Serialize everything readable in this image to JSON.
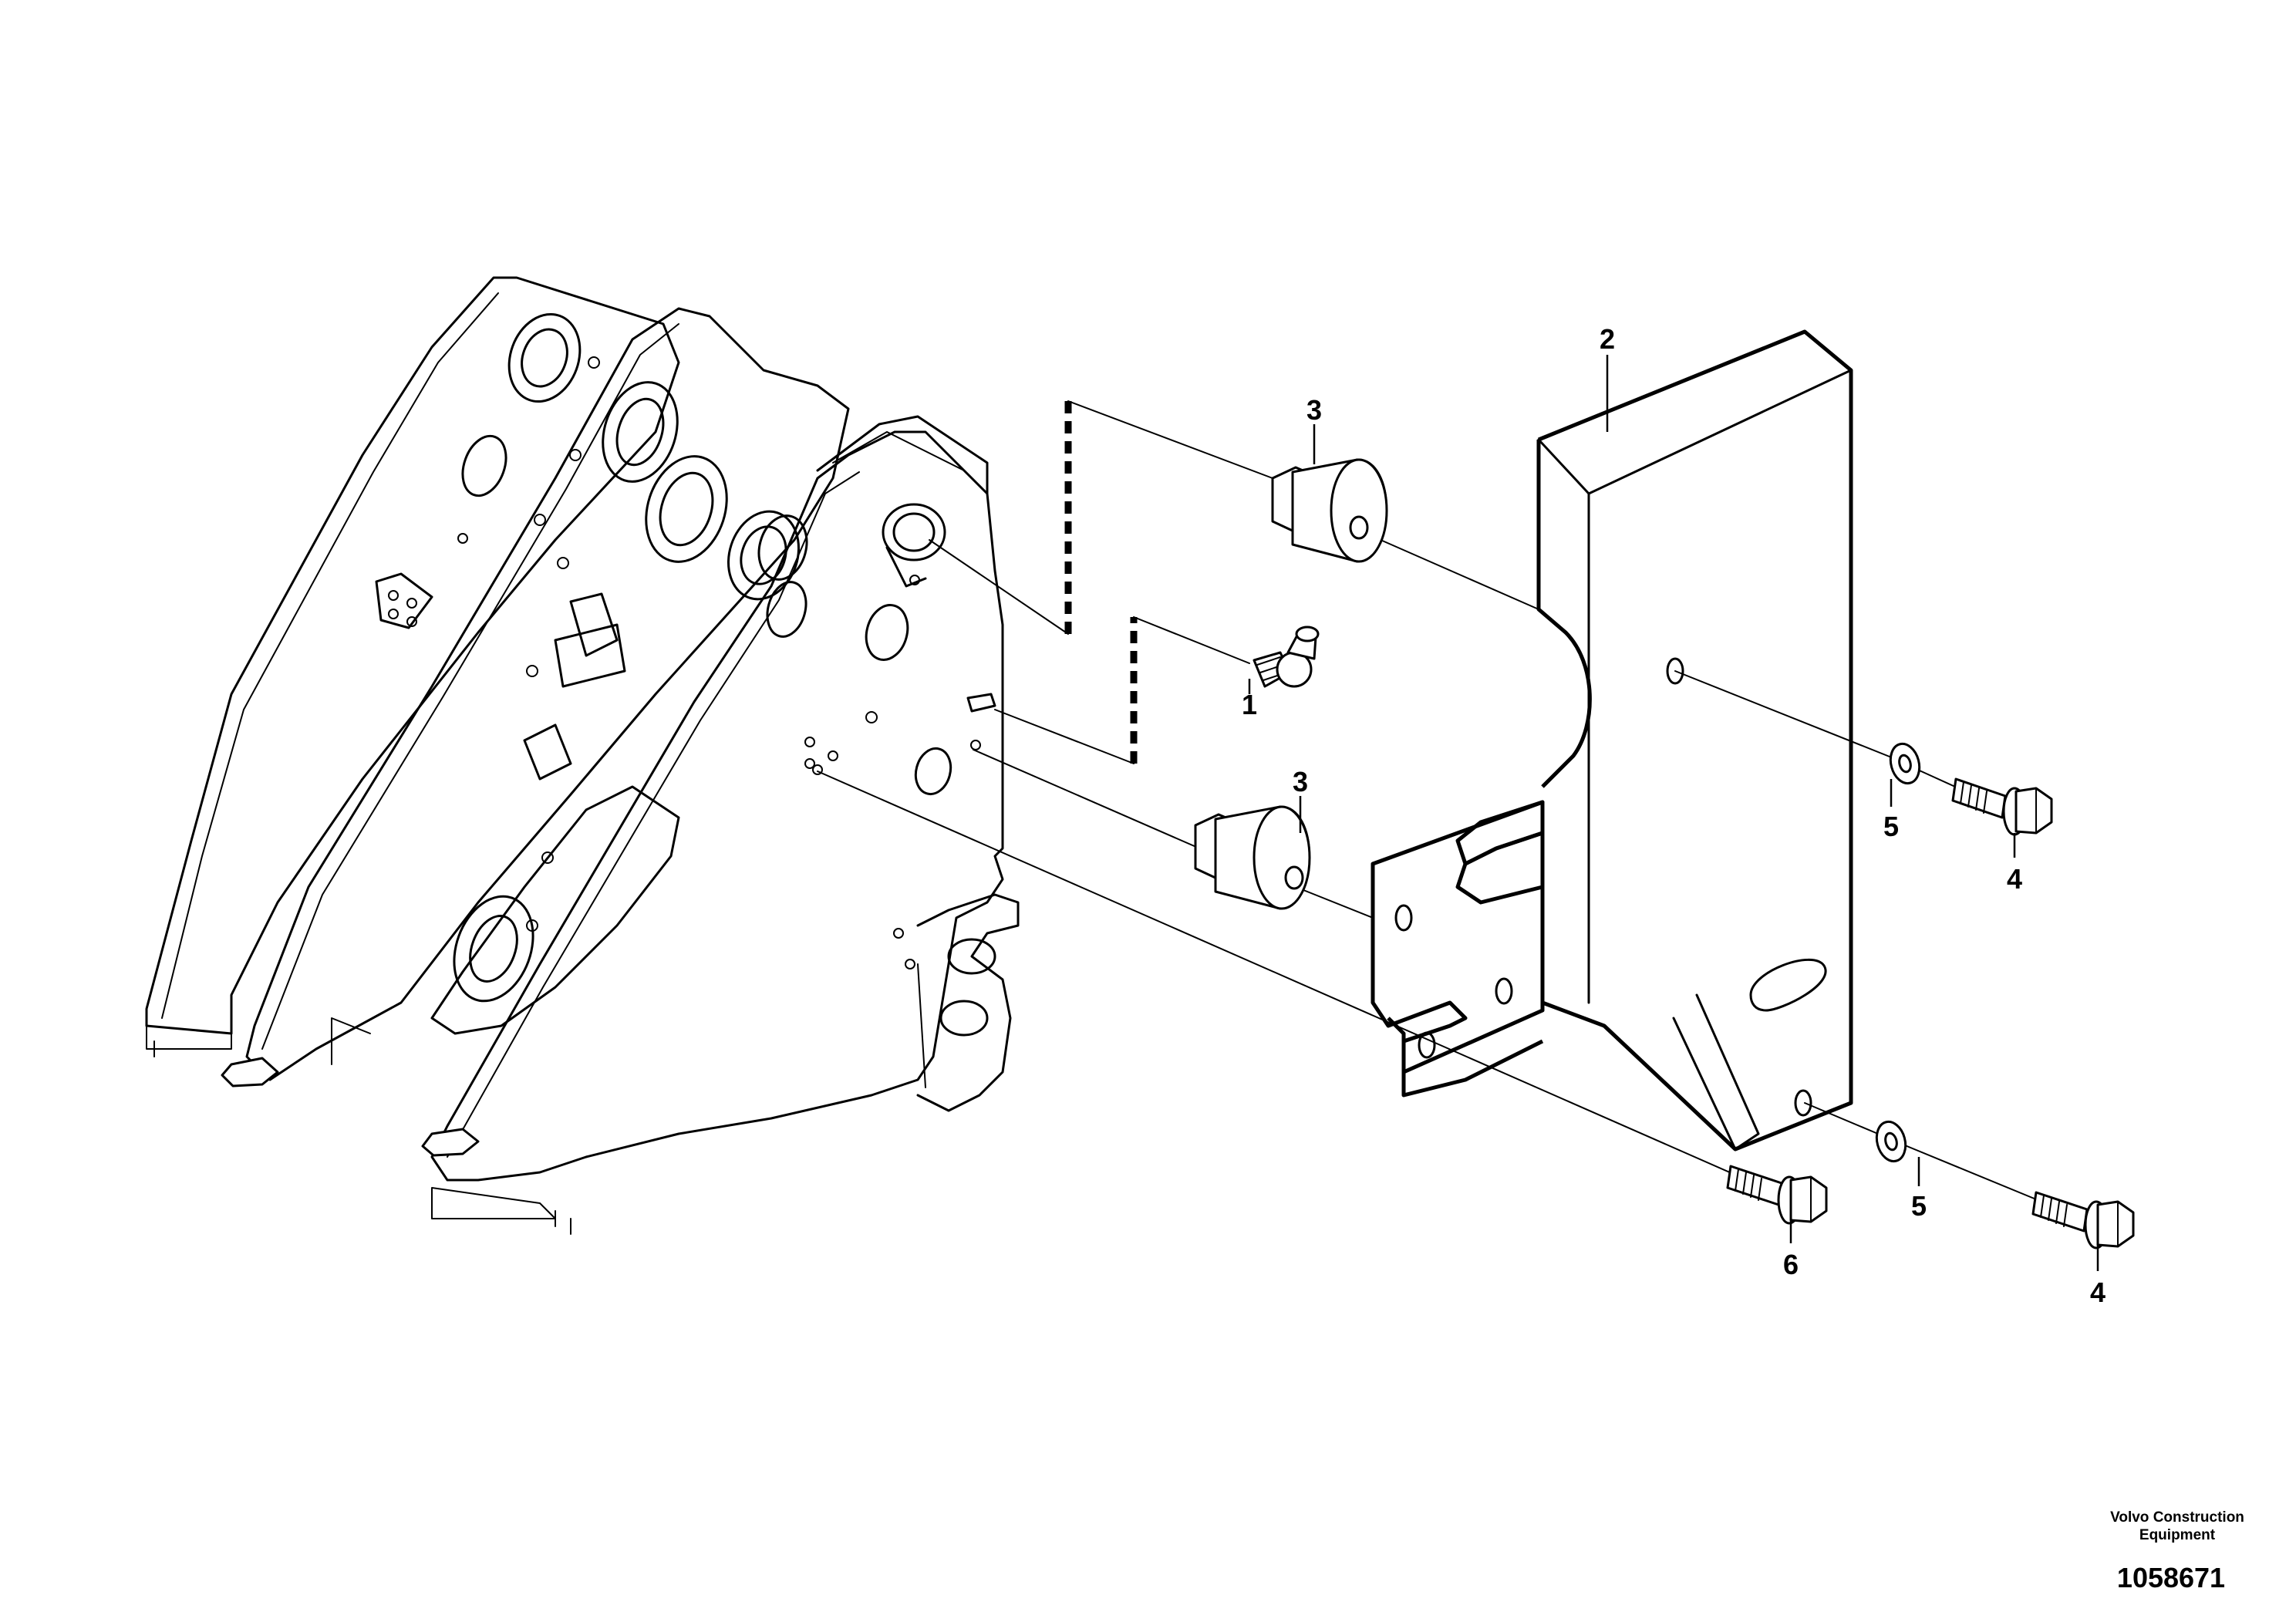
{
  "callouts": {
    "c1": "1",
    "c2": "2",
    "c3_top": "3",
    "c3_bottom": "3",
    "c4_top": "4",
    "c4_bottom": "4",
    "c5_top": "5",
    "c5_bottom": "5",
    "c6": "6"
  },
  "footer": {
    "brand_line1": "Volvo Construction",
    "brand_line2": "Equipment",
    "doc_number": "1058671"
  }
}
